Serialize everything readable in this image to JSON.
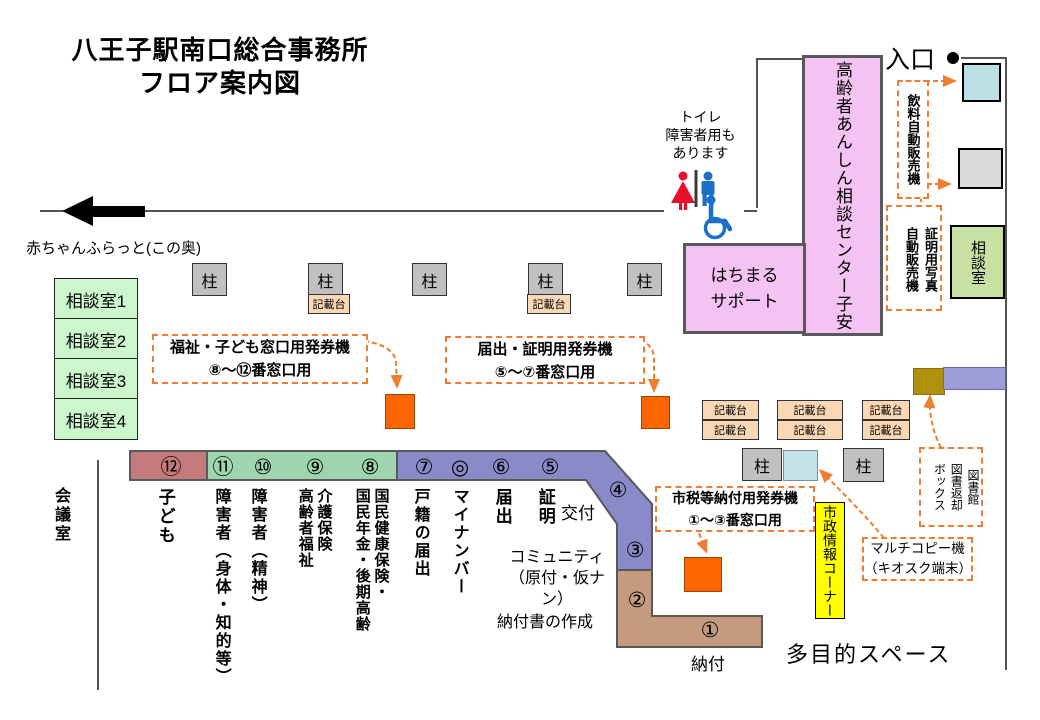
{
  "palette": {
    "callout-border": "#ED7D31",
    "machine-orange": "#FF6600",
    "counter-red": "#C47A7A",
    "counter-green": "#9ED5AE",
    "counter-purple": "#8A8AC9",
    "counter-brown": "#C49B7E",
    "pink-room": "#F5C3F3",
    "green-room-left": "#CCF7CC",
    "green-room-right": "#C9E0A3",
    "pillar-gray": "#C0C0C0",
    "desk-peach": "#FAD7B5",
    "vending-blue": "#BDE0E6",
    "vending-gray": "#D9D9D9",
    "kiosk-blue": "#C2E4E8",
    "info-yellow": "#FFFF00",
    "book-olive": "#B1910B",
    "shelf-lavender": "#9C9CD9",
    "wall-border": "#595959",
    "woman-red": "#E8112D",
    "man-blue": "#1B6FC8"
  },
  "title": {
    "line1": "八王子駅南口総合事務所",
    "line2": "フロア案内図"
  },
  "entrance": {
    "label": "入口"
  },
  "corridor": {
    "baby_note": "赤ちゃんふらっと(この奥)"
  },
  "toilet": {
    "note": "トイレ\n障害者用も\nあります"
  },
  "icons": {
    "restroom": [
      "womens-icon",
      "mens-icon",
      "wheelchair-icon"
    ],
    "direction": "left-arrow",
    "entrance": "entrance-dot"
  },
  "rooms": {
    "meeting": "会議室",
    "consult_left": [
      "相談室1",
      "相談室2",
      "相談室3",
      "相談室4"
    ],
    "consult_right": "相談室",
    "senior_center": "高齢者あんしん相談センター子安",
    "hachimaru": "はちまる\nサポート",
    "multipurpose": "多目的スペース",
    "civic_info": "市政情報コーナー"
  },
  "pillars": {
    "label": "柱"
  },
  "desks": {
    "label": "記載台"
  },
  "vending": {
    "drink": "飲料自動販売機",
    "photo_col1": "証明用写真",
    "photo_col2": "自動販売機"
  },
  "kiosk": {
    "line1": "マルチコピー機",
    "line2": "（キオスク端末）"
  },
  "book_return": {
    "col1": "図書館",
    "col2": "図書返却",
    "col3": "ボックス"
  },
  "ticket_machines": {
    "welfare": {
      "line1": "福祉・子ども窓口用発券機",
      "line2": "⑧〜⑫番窓口用"
    },
    "certificate": {
      "line1": "届出・証明用発券機",
      "line2": "⑤〜⑦番窓口用"
    },
    "tax": {
      "line1": "市税等納付用発券機",
      "line2": "①〜③番窓口用"
    }
  },
  "counter": {
    "numbers": {
      "n12": "⑫",
      "n11": "⑪",
      "n10": "⑩",
      "n9": "⑨",
      "n8": "⑧",
      "n7": "⑦",
      "maina": "◎",
      "n6": "⑥",
      "n5": "⑤",
      "n4": "④",
      "n3": "③",
      "n2": "②",
      "n1": "①"
    },
    "labels": {
      "kodomo": "子ども",
      "shogai_shintai": "障害者（身体・知的等）",
      "shogai_seishin": "障害者（精神）",
      "kaigo": "介護保険",
      "korei_fukushi": "高齢者福祉",
      "kokuho": "国民健康保険・",
      "nenkin": "国民年金・後期高齢",
      "koseki": "戸籍の届出",
      "mynumber": "マイナンバー",
      "todokede": "届出",
      "shomei": "証明",
      "kofu": "交付",
      "community": "コミュニティ",
      "gentsuki": "（原付・仮ナン）",
      "nofusho": "納付書の作成",
      "nofu": "納付"
    }
  }
}
